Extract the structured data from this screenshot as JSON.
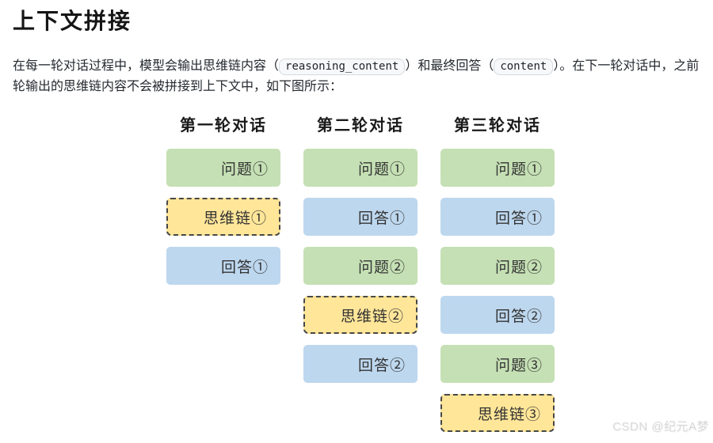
{
  "page": {
    "title": "上下文拼接",
    "watermark": "CSDN @纪元A梦"
  },
  "intro": {
    "parts": [
      {
        "type": "text",
        "value": "在每一轮对话过程中，模型会输出思维链内容（"
      },
      {
        "type": "code",
        "value": "reasoning_content"
      },
      {
        "type": "text",
        "value": "）和最终回答（"
      },
      {
        "type": "code",
        "value": "content"
      },
      {
        "type": "text",
        "value": "）。在下一轮对话中，之前轮输出的思维链内容不会被拼接到上下文中，如下图所示："
      }
    ]
  },
  "diagram": {
    "colors": {
      "question": "#c5e0b4",
      "reasoning": "#ffe699",
      "answer": "#bdd7ee",
      "reasoning_border": "#474747"
    },
    "columns": [
      {
        "title": "第一轮对话",
        "boxes": [
          {
            "label": "问题①",
            "type": "question"
          },
          {
            "label": "思维链①",
            "type": "reasoning"
          },
          {
            "label": "回答①",
            "type": "answer"
          }
        ]
      },
      {
        "title": "第二轮对话",
        "boxes": [
          {
            "label": "问题①",
            "type": "question"
          },
          {
            "label": "回答①",
            "type": "answer"
          },
          {
            "label": "问题②",
            "type": "question"
          },
          {
            "label": "思维链②",
            "type": "reasoning"
          },
          {
            "label": "回答②",
            "type": "answer"
          }
        ]
      },
      {
        "title": "第三轮对话",
        "boxes": [
          {
            "label": "问题①",
            "type": "question"
          },
          {
            "label": "回答①",
            "type": "answer"
          },
          {
            "label": "问题②",
            "type": "question"
          },
          {
            "label": "回答②",
            "type": "answer"
          },
          {
            "label": "问题③",
            "type": "question"
          },
          {
            "label": "思维链③",
            "type": "reasoning"
          }
        ]
      }
    ]
  }
}
